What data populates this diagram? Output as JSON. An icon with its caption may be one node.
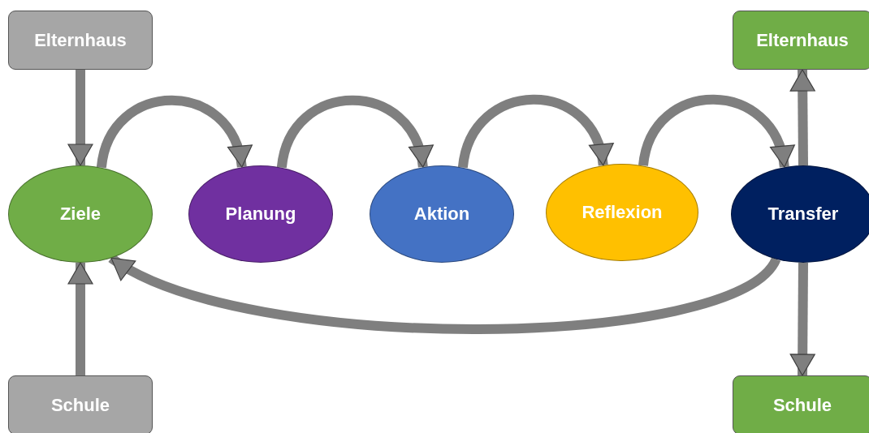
{
  "diagram": {
    "nodes": [
      {
        "text": [
          "Elternhaus"
        ]
      },
      {
        "text": [
          "Schule"
        ]
      },
      {
        "text": [
          "Elternhaus"
        ]
      },
      {
        "text": [
          "Schule"
        ]
      },
      {
        "text": [
          "Ziele"
        ]
      },
      {
        "text": [
          "Planung"
        ]
      },
      {
        "text": [
          "Aktion"
        ]
      },
      {
        "text": [
          "Reflexion"
        ]
      },
      {
        "text": [
          "Transfer"
        ]
      }
    ],
    "edges": [
      {
        "from": 0,
        "to": 4,
        "arrow": "to"
      },
      {
        "from": 1,
        "to": 4,
        "arrow": "to"
      },
      {
        "from": 4,
        "to": 5,
        "arrow": "to"
      },
      {
        "from": 5,
        "to": 6,
        "arrow": "to"
      },
      {
        "from": 6,
        "to": 7,
        "arrow": "to"
      },
      {
        "from": 7,
        "to": 8,
        "arrow": "to"
      },
      {
        "from": 8,
        "to": 2,
        "arrow": "to"
      },
      {
        "from": 8,
        "to": 3,
        "arrow": "to"
      },
      {
        "from": 8,
        "to": 4,
        "arrow": "to"
      }
    ]
  }
}
